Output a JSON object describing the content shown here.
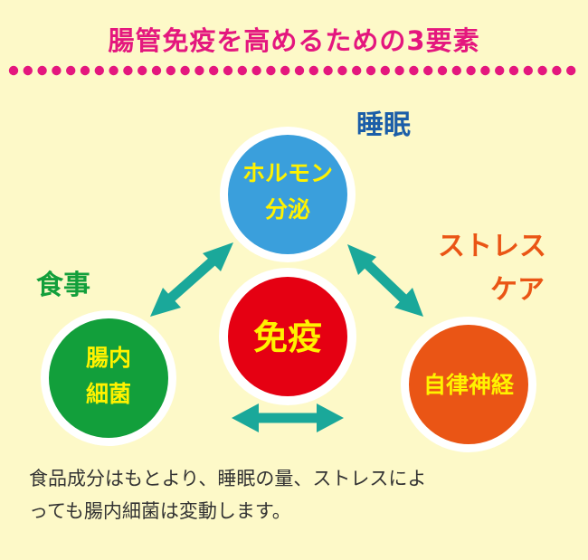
{
  "title": "腸管免疫を高めるための3要素",
  "colors": {
    "title": "#e4177e",
    "dots": "#e4177e",
    "background": "#fdf9c8",
    "arrow": "#1aa89a",
    "center_circle": "#e50012",
    "top_circle": "#3a9fdc",
    "left_circle": "#129f3b",
    "right_circle": "#ea5515",
    "sleep_label": "#1b5ea8",
    "food_label": "#129f3b",
    "stress_label": "#ea5515",
    "node_text": "#fff200"
  },
  "center": {
    "label": "免疫"
  },
  "top": {
    "external_label": "睡眠",
    "lines": [
      "ホルモン",
      "分泌"
    ]
  },
  "left": {
    "external_label": "食事",
    "lines": [
      "腸内",
      "細菌"
    ]
  },
  "right": {
    "external_label_lines": [
      "ストレス",
      "ケア"
    ],
    "lines": [
      "自律神経"
    ]
  },
  "caption_lines": [
    "食品成分はもとより、睡眠の量、ストレスによ",
    "っても腸内細菌は変動します。"
  ]
}
